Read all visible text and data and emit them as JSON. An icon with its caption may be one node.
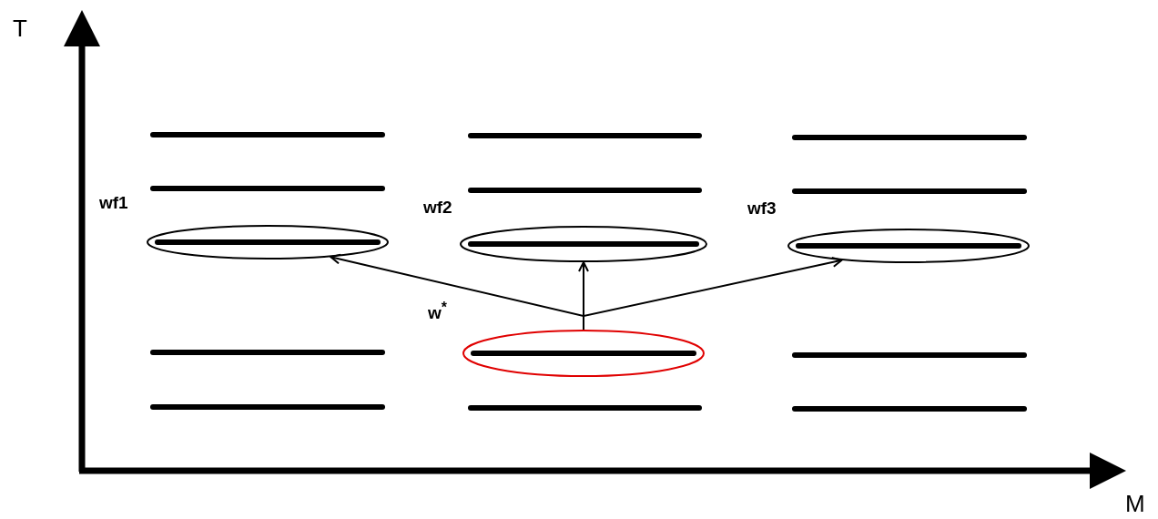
{
  "diagram": {
    "nodes": [
      {
        "text": [
          "wf1"
        ]
      },
      {
        "text": [
          "wf2"
        ]
      },
      {
        "text": [
          "wf3"
        ]
      },
      {
        "text": [
          "w$^{*}$"
        ]
      }
    ],
    "edges": [
      {
        "from": 3,
        "to": 0,
        "arrow": "to"
      },
      {
        "from": 3,
        "to": 1,
        "arrow": "to"
      },
      {
        "from": 3,
        "to": 2,
        "arrow": "to"
      }
    ],
    "labels": [
      "T",
      "M"
    ]
  }
}
